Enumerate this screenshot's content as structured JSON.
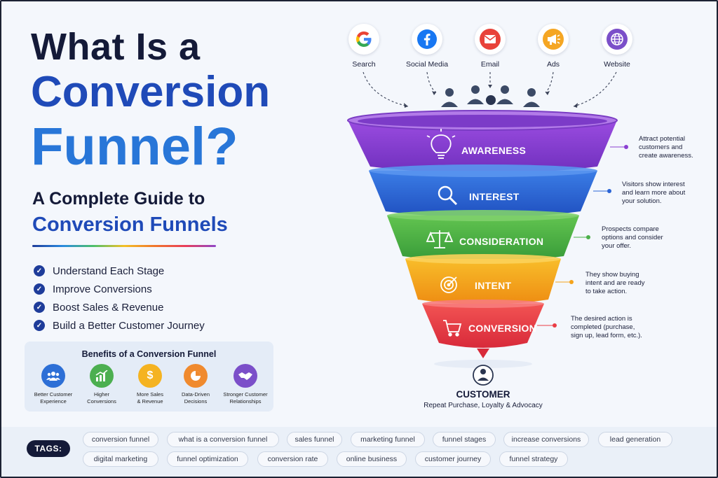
{
  "title": {
    "line1": "What Is a",
    "line2": "Conversion",
    "line3": "Funnel?"
  },
  "subtitle": {
    "line1": "A Complete Guide to",
    "line2": "Conversion Funnels"
  },
  "checklist": [
    "Understand Each Stage",
    "Improve Conversions",
    "Boost Sales & Revenue",
    "Build a Better Customer Journey"
  ],
  "benefits": {
    "heading": "Benefits of a Conversion Funnel",
    "items": [
      {
        "label1": "Better Customer",
        "label2": "Experience",
        "icon": "users-icon",
        "color": "#2d6fd6"
      },
      {
        "label1": "Higher",
        "label2": "Conversions",
        "icon": "growth-chart-icon",
        "color": "#4caf50"
      },
      {
        "label1": "More Sales",
        "label2": "& Revenue",
        "icon": "dollar-icon",
        "color": "#f5b321"
      },
      {
        "label1": "Data-Driven",
        "label2": "Decisions",
        "icon": "pie-chart-icon",
        "color": "#f08a2e"
      },
      {
        "label1": "Stronger Customer",
        "label2": "Relationships",
        "icon": "handshake-icon",
        "color": "#7b4fc9"
      }
    ]
  },
  "sources": [
    {
      "label": "Search",
      "icon": "google-icon"
    },
    {
      "label": "Social Media",
      "icon": "facebook-icon"
    },
    {
      "label": "Email",
      "icon": "email-icon",
      "color": "#e8423a"
    },
    {
      "label": "Ads",
      "icon": "megaphone-icon",
      "color": "#f5a623"
    },
    {
      "label": "Website",
      "icon": "globe-icon",
      "color": "#7b4fc9"
    }
  ],
  "stages": [
    {
      "name": "AWARENESS",
      "icon": "lightbulb-icon",
      "color": "#8a3fd1",
      "desc": [
        "Attract potential",
        "customers and",
        "create awareness."
      ]
    },
    {
      "name": "INTEREST",
      "icon": "magnifier-icon",
      "color": "#2a64d6",
      "desc": [
        "Visitors show interest",
        "and learn more about",
        "your solution."
      ]
    },
    {
      "name": "CONSIDERATION",
      "icon": "scales-icon",
      "color": "#4cb04a",
      "desc": [
        "Prospects compare",
        "options and consider",
        "your offer."
      ]
    },
    {
      "name": "INTENT",
      "icon": "target-icon",
      "color": "#f5a31b",
      "desc": [
        "They show buying",
        "intent and are ready",
        "to take action."
      ]
    },
    {
      "name": "CONVERSION",
      "icon": "cart-icon",
      "color": "#ea3d45",
      "desc": [
        "The desired action is",
        "completed (purchase,",
        "sign up, lead form, etc.)."
      ]
    }
  ],
  "customer": {
    "title": "CUSTOMER",
    "subtitle": "Repeat Purchase, Loyalty & Advocacy"
  },
  "tags": {
    "label": "TAGS:",
    "row1": [
      "conversion funnel",
      "what is a conversion funnel",
      "sales funnel",
      "marketing funnel",
      "funnel stages",
      "increase conversions",
      "lead generation"
    ],
    "row2": [
      "digital marketing",
      "funnel optimization",
      "conversion rate",
      "online business",
      "customer journey",
      "funnel strategy"
    ]
  }
}
